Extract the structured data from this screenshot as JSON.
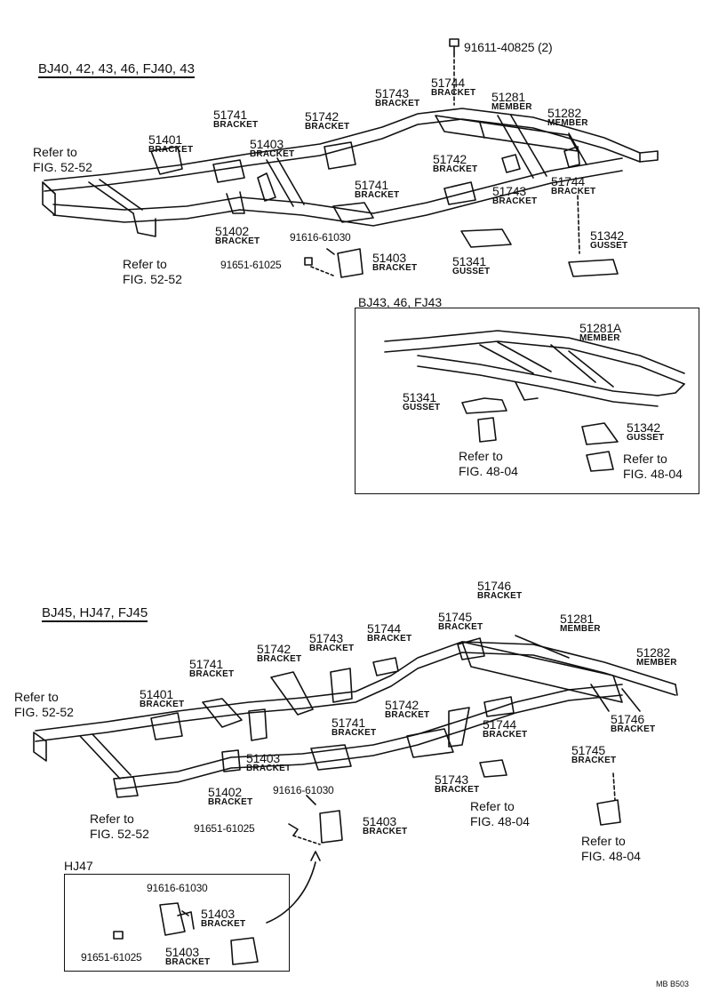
{
  "headers": {
    "top_models": "BJ40, 42, 43, 46, FJ40, 43",
    "inset_models": "BJ43, 46, FJ43",
    "bottom_models": "BJ45, HJ47, FJ45",
    "hj47": "HJ47"
  },
  "top": {
    "p91611": "91611-40825 (2)",
    "p51744a": {
      "num": "51744",
      "name": "BRACKET"
    },
    "p51743a": {
      "num": "51743",
      "name": "BRACKET"
    },
    "p51281": {
      "num": "51281",
      "name": "MEMBER"
    },
    "p51282": {
      "num": "51282",
      "name": "MEMBER"
    },
    "p51741a": {
      "num": "51741",
      "name": "BRACKET"
    },
    "p51742a": {
      "num": "51742",
      "name": "BRACKET"
    },
    "p51401": {
      "num": "51401",
      "name": "BRACKET"
    },
    "p51403a": {
      "num": "51403",
      "name": "BRACKET"
    },
    "ref1": [
      "Refer to",
      "FIG. 52-52"
    ],
    "p51742b": {
      "num": "51742",
      "name": "BRACKET"
    },
    "p51741b": {
      "num": "51741",
      "name": "BRACKET"
    },
    "p51743b": {
      "num": "51743",
      "name": "BRACKET"
    },
    "p51744b": {
      "num": "51744",
      "name": "BRACKET"
    },
    "p51402": {
      "num": "51402",
      "name": "BRACKET"
    },
    "p91616": "91616-61030",
    "p51342": {
      "num": "51342",
      "name": "GUSSET"
    },
    "ref2": [
      "Refer to",
      "FIG. 52-52"
    ],
    "p91651": "91651-61025",
    "p51403b": {
      "num": "51403",
      "name": "BRACKET"
    },
    "p51341": {
      "num": "51341",
      "name": "GUSSET"
    }
  },
  "inset": {
    "p51281A": {
      "num": "51281A",
      "name": "MEMBER"
    },
    "p51341": {
      "num": "51341",
      "name": "GUSSET"
    },
    "p51342": {
      "num": "51342",
      "name": "GUSSET"
    },
    "ref1": [
      "Refer to",
      "FIG. 48-04"
    ],
    "ref2": [
      "Refer to",
      "FIG. 48-04"
    ]
  },
  "bottom": {
    "p51746a": {
      "num": "51746",
      "name": "BRACKET"
    },
    "p51745a": {
      "num": "51745",
      "name": "BRACKET"
    },
    "p51281": {
      "num": "51281",
      "name": "MEMBER"
    },
    "p51744a": {
      "num": "51744",
      "name": "BRACKET"
    },
    "p51743a": {
      "num": "51743",
      "name": "BRACKET"
    },
    "p51742a": {
      "num": "51742",
      "name": "BRACKET"
    },
    "p51282": {
      "num": "51282",
      "name": "MEMBER"
    },
    "p51741a": {
      "num": "51741",
      "name": "BRACKET"
    },
    "ref1": [
      "Refer to",
      "FIG. 52-52"
    ],
    "p51401": {
      "num": "51401",
      "name": "BRACKET"
    },
    "p51742b": {
      "num": "51742",
      "name": "BRACKET"
    },
    "p51746b": {
      "num": "51746",
      "name": "BRACKET"
    },
    "p51741b": {
      "num": "51741",
      "name": "BRACKET"
    },
    "p51744b": {
      "num": "51744",
      "name": "BRACKET"
    },
    "p51745b": {
      "num": "51745",
      "name": "BRACKET"
    },
    "p51403a": {
      "num": "51403",
      "name": "BRACKET"
    },
    "p51743b": {
      "num": "51743",
      "name": "BRACKET"
    },
    "p51402": {
      "num": "51402",
      "name": "BRACKET"
    },
    "p91616": "91616-61030",
    "ref2": [
      "Refer to",
      "FIG. 48-04"
    ],
    "ref3": [
      "Refer to",
      "FIG. 52-52"
    ],
    "p91651": "91651-61025",
    "p51403b": {
      "num": "51403",
      "name": "BRACKET"
    },
    "ref4": [
      "Refer to",
      "FIG. 48-04"
    ]
  },
  "hj47": {
    "p91616": "91616-61030",
    "p51403a": {
      "num": "51403",
      "name": "BRACKET"
    },
    "p91651": "91651-61025",
    "p51403b": {
      "num": "51403",
      "name": "BRACKET"
    }
  },
  "footer": "MB B503"
}
